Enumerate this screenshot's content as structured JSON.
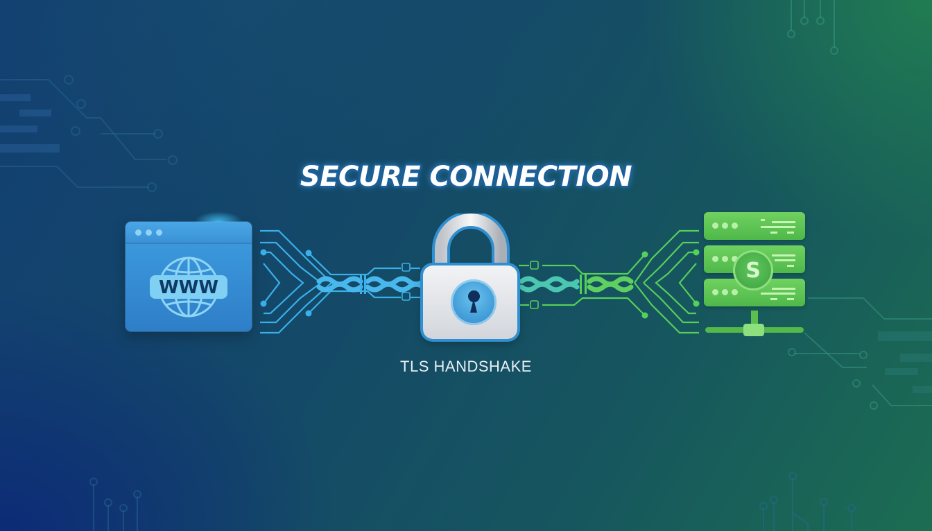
{
  "header": {
    "title": "SECURE CONNECTION"
  },
  "footer": {
    "caption": "TLS HANDSHAKE"
  },
  "client": {
    "icon": "browser-window-icon",
    "label": "WWW",
    "globe_icon": "globe-icon"
  },
  "lock": {
    "icon": "padlock-icon"
  },
  "server": {
    "icon": "server-stack-icon",
    "badge": "S",
    "rows": 3
  },
  "colors": {
    "client_accent": "#3a9ae0",
    "client_line": "#3ab0ea",
    "server_accent": "#5cc452",
    "server_line": "#55d05a",
    "title_outline": "#1d5f98",
    "lock_outline": "#2f8fd0"
  }
}
